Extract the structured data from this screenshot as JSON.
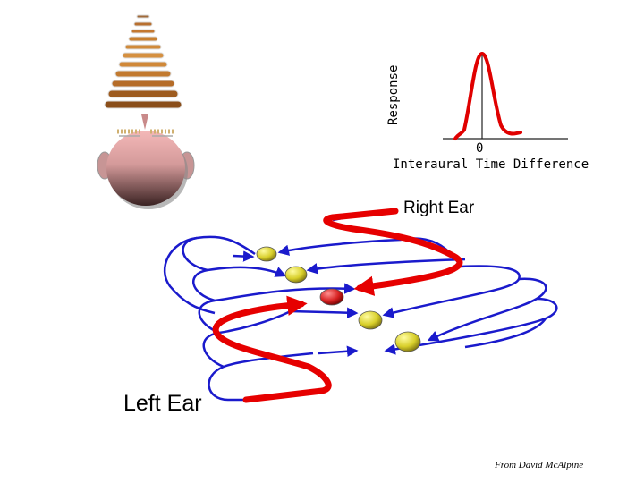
{
  "graph": {
    "ylabel": "Response",
    "xlabel": "Interaural Time Difference",
    "zero_tick": "0"
  },
  "labels": {
    "right_ear": "Right Ear",
    "left_ear": "Left Ear",
    "credit": "From David McAlpine"
  },
  "colors": {
    "axon": "#1a1acc",
    "input": "#e60000",
    "neuron_yellow": "#d8d030",
    "neuron_active": "#d82020",
    "curve": "#e00000"
  }
}
